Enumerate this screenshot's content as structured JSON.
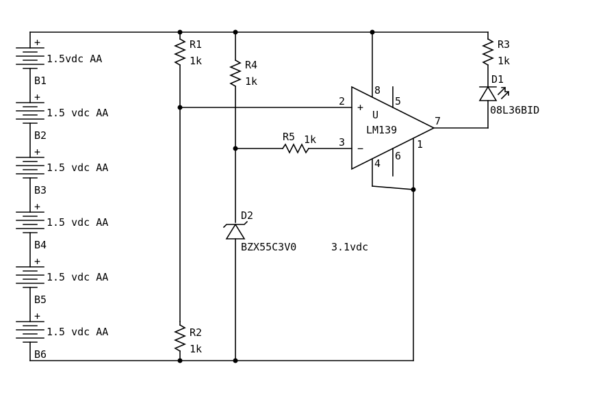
{
  "batteries": [
    {
      "ref": "B1",
      "value": "1.5vdc AA",
      "plus": "+"
    },
    {
      "ref": "B2",
      "value": "1.5 vdc AA",
      "plus": "+"
    },
    {
      "ref": "B3",
      "value": "1.5 vdc AA",
      "plus": "+"
    },
    {
      "ref": "B4",
      "value": "1.5 vdc AA",
      "plus": "+"
    },
    {
      "ref": "B5",
      "value": "1.5 vdc AA",
      "plus": "+"
    },
    {
      "ref": "B6",
      "value": "1.5 vdc AA",
      "plus": "+"
    }
  ],
  "resistors": {
    "r1": {
      "ref": "R1",
      "value": "1k"
    },
    "r2": {
      "ref": "R2",
      "value": "1k"
    },
    "r3": {
      "ref": "R3",
      "value": "1k"
    },
    "r4": {
      "ref": "R4",
      "value": "1k"
    },
    "r5": {
      "ref": "R5",
      "value": "1k"
    }
  },
  "diodes": {
    "d1": {
      "ref": "D1",
      "part": "08L36BID"
    },
    "d2": {
      "ref": "D2",
      "part": "BZX55C3V0",
      "note": "3.1vdc"
    }
  },
  "opamp": {
    "ref": "U",
    "part": "LM139",
    "plus_sign": "+",
    "minus_sign": "−",
    "pins": {
      "p1": "1",
      "p2": "2",
      "p3": "3",
      "p4": "4",
      "p5": "5",
      "p6": "6",
      "p7": "7",
      "p8": "8"
    }
  }
}
